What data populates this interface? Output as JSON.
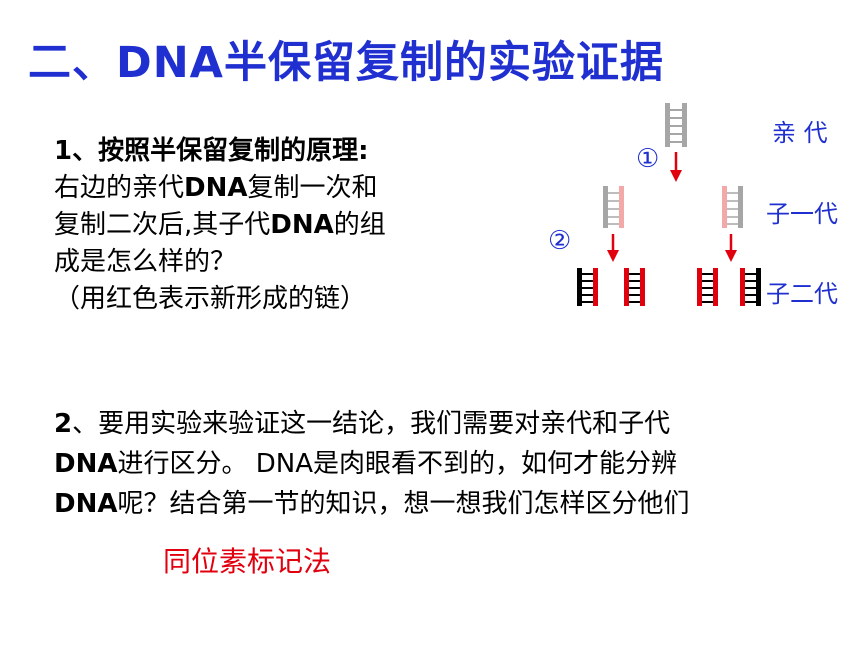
{
  "title": "二、DNA半保留复制的实验证据",
  "question1": {
    "line1_num": "1",
    "line1_text": "、按照半保留复制的原理:",
    "line2_a": "右边的亲代",
    "line2_b": "DNA",
    "line2_c": "复制一次和",
    "line3_a": "复制二次后,其子代",
    "line3_b": "DNA",
    "line3_c": "的组",
    "line4": "成是怎么样的？",
    "line5": "（用红色表示新形成的链）"
  },
  "diagram": {
    "labels": {
      "parent": "亲  代",
      "gen1": "子一代",
      "gen2": "子二代"
    },
    "steps": {
      "step1": "①",
      "step2": "②"
    },
    "colors": {
      "old_strand_parent": "#a6a6a6",
      "new_strand_gen1": "#f4a9a9",
      "gen2_dark": "#000000",
      "gen2_red": "#e0000e",
      "arrow": "#e0000e"
    }
  },
  "question2": {
    "line1_num": "2",
    "line1_text": "、要用实验来验证这一结论，我们需要对亲代和子代",
    "line2_a": "DNA",
    "line2_b": "进行区分。 DNA是肉眼看不到的，如何才能分辨",
    "line3_a": "DNA",
    "line3_b": "呢？结合第一节的知识，想一想我们怎样区分他们"
  },
  "answer": "同位素标记法"
}
